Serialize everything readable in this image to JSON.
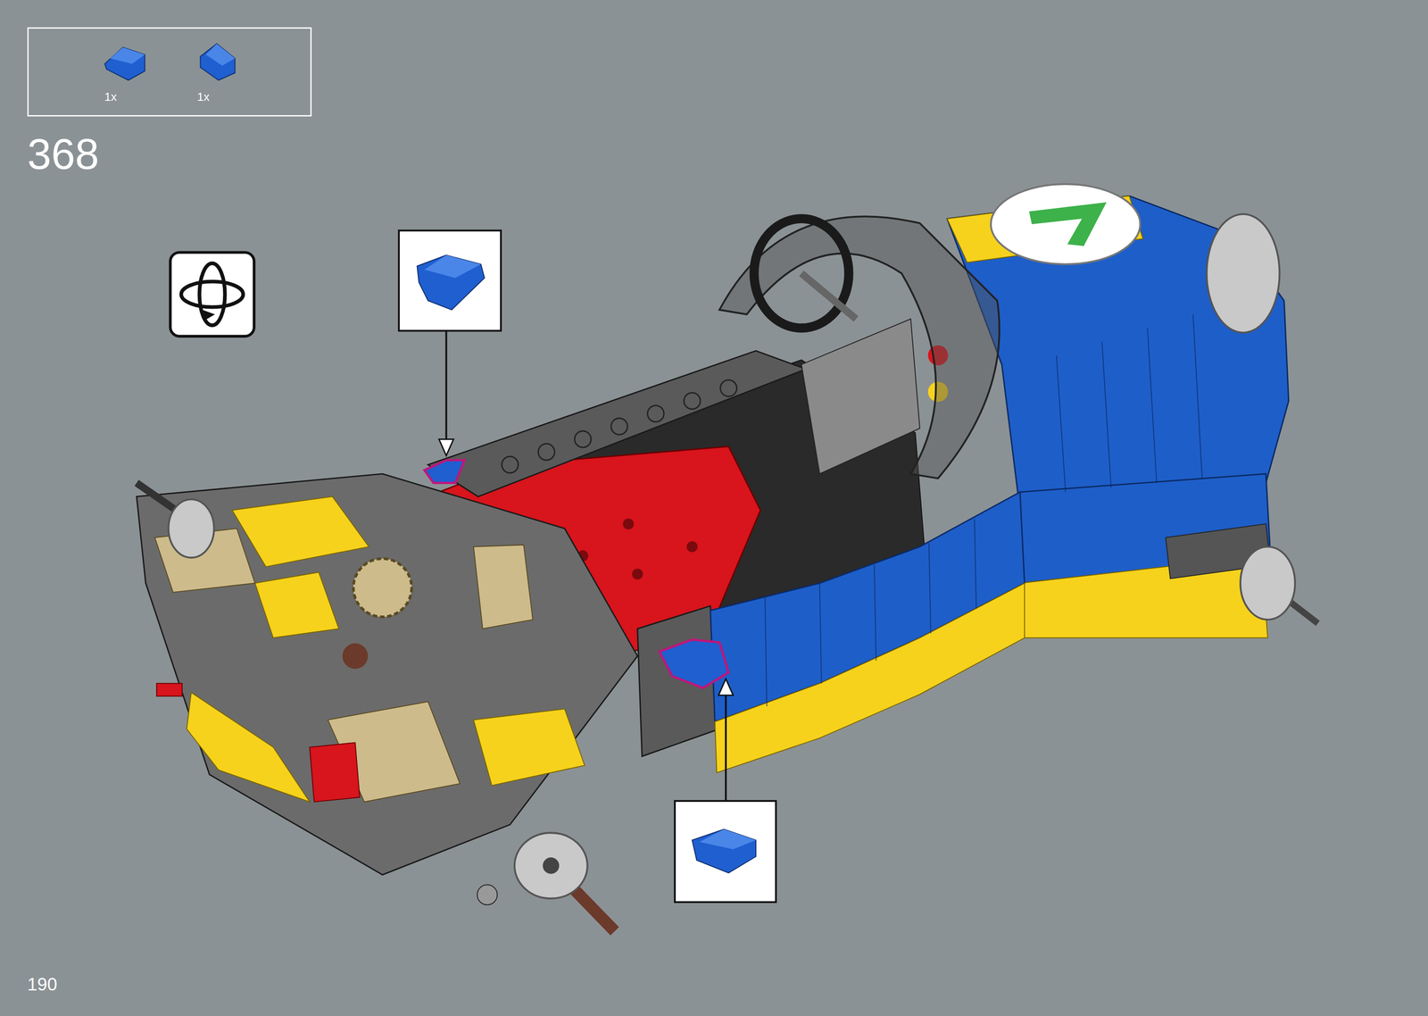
{
  "diagram": {
    "nodes": [
      {
        "text": [
          "1x",
          "1x"
        ]
      }
    ],
    "labels": [
      "368",
      "190"
    ]
  }
}
